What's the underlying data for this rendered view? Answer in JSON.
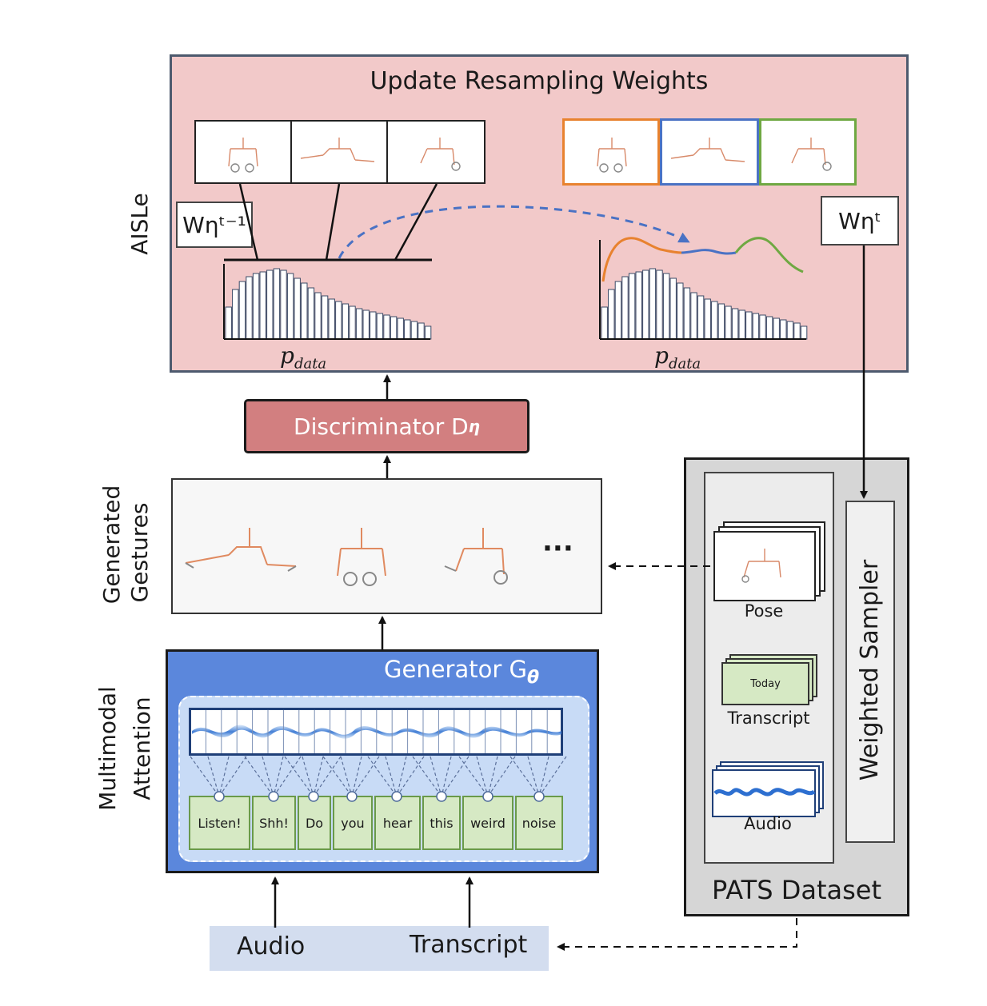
{
  "aisle": {
    "side_label": "AISLe",
    "title": "Update Resampling Weights",
    "w_prev": "Wηᵗ⁻¹",
    "w_curr": "Wηᵗ",
    "pdata_left": "p",
    "pdata_left_sub": "data",
    "pdata_right": "p",
    "pdata_right_sub": "data",
    "accent_colors": [
      "#e8822f",
      "#4a72c4",
      "#6fa842"
    ]
  },
  "discriminator": {
    "label": "Discriminator D",
    "sub": "η"
  },
  "generated": {
    "side_label_1": "Generated",
    "side_label_2": "Gestures",
    "ellipsis": "···"
  },
  "generator": {
    "side_label_1": "Multimodal",
    "side_label_2": "Attention",
    "title": "Generator G",
    "sub": "θ",
    "words": [
      "Listen!",
      "Shh!",
      "Do",
      "you",
      "hear",
      "this",
      "weird",
      "noise"
    ]
  },
  "inputs": {
    "audio": "Audio",
    "transcript": "Transcript"
  },
  "pats": {
    "title": "PATS Dataset",
    "pose": "Pose",
    "transcript": "Transcript",
    "transcript_card": "Today",
    "audio": "Audio",
    "sampler": "Weighted Sampler"
  }
}
